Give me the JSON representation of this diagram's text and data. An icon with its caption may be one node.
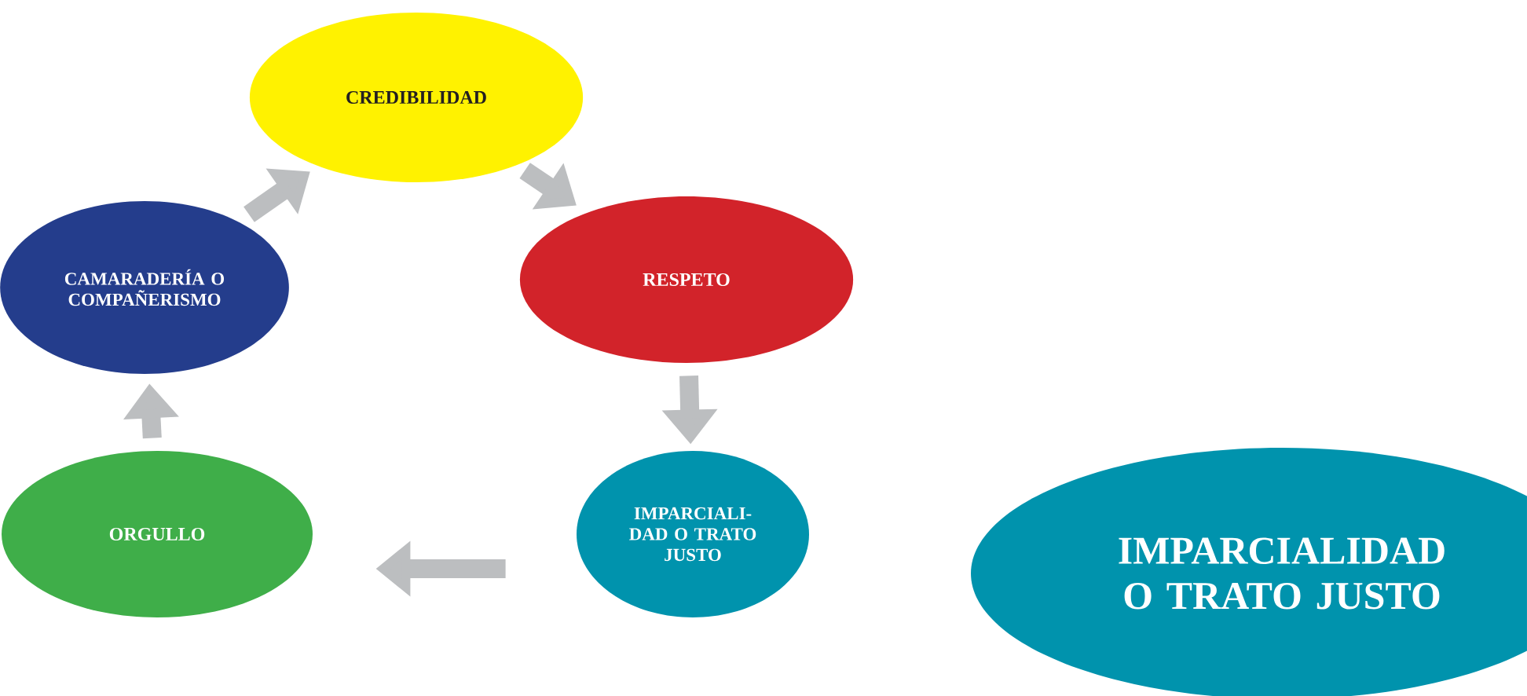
{
  "diagram": {
    "nodes": [
      {
        "text": [
          "CREDIBILIDAD"
        ]
      },
      {
        "text": [
          "RESPETO"
        ]
      },
      {
        "text": [
          "IMPARCIALI-DAD O TRATO JUSTO"
        ]
      },
      {
        "text": [
          "ORGULLO"
        ]
      },
      {
        "text": [
          "CAMARADERÍA O COMPAÑERISMO"
        ]
      },
      {
        "text": [
          "IMPARCIALIDAD O TRATO JUSTO"
        ]
      }
    ],
    "edges": [
      {
        "from": 4,
        "to": 0,
        "arrow": "to"
      },
      {
        "from": 0,
        "to": 1,
        "arrow": "to"
      },
      {
        "from": 1,
        "to": 2,
        "arrow": "to"
      },
      {
        "from": 2,
        "to": 3,
        "arrow": "to"
      },
      {
        "from": 3,
        "to": 4,
        "arrow": "to"
      }
    ]
  }
}
